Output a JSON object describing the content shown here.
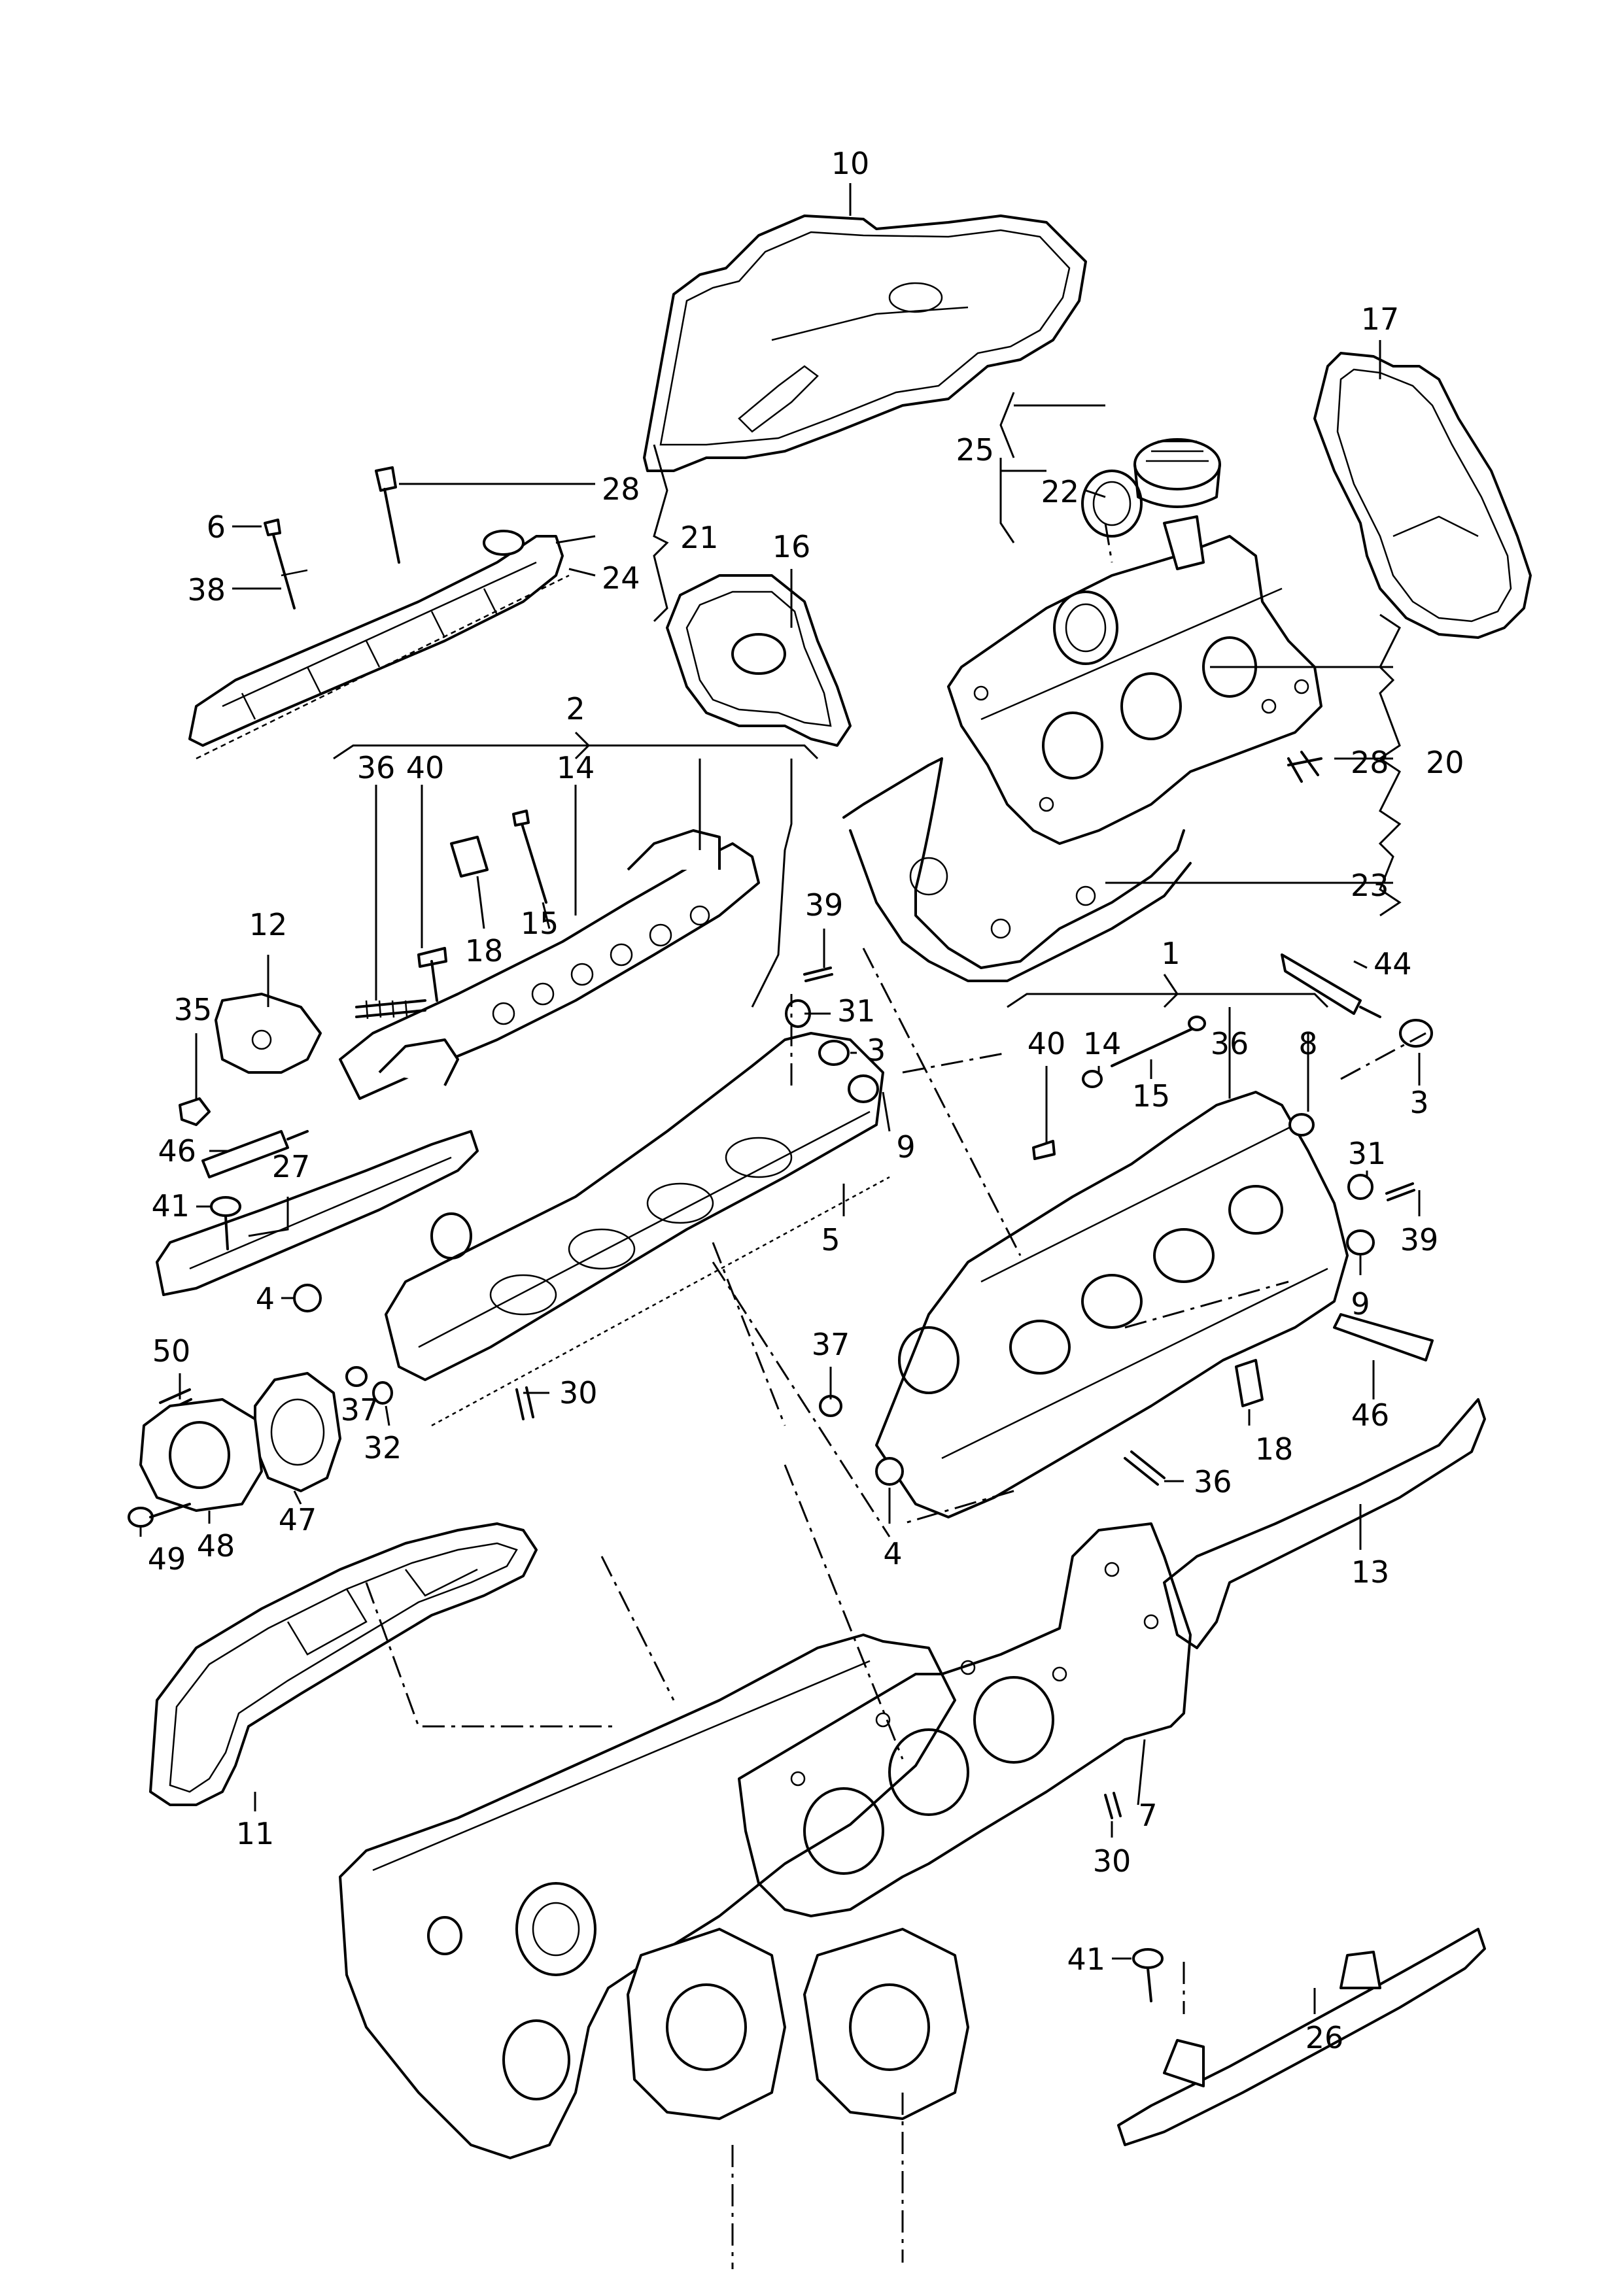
{
  "callouts": {
    "c10": "10",
    "c17": "17",
    "c25": "25",
    "c22": "22",
    "c28a": "28",
    "c21": "21",
    "c6": "6",
    "c38": "38",
    "c24": "24",
    "c16": "16",
    "c2": "2",
    "c36a": "36",
    "c40a": "40",
    "c14a": "14",
    "c28b": "28",
    "c20": "20",
    "c18a": "18",
    "c15a": "15",
    "c23": "23",
    "c12": "12",
    "c39a": "39",
    "c31a": "31",
    "c3a": "3",
    "c35": "35",
    "c1": "1",
    "c44": "44",
    "c40b": "40",
    "c14b": "14",
    "c36b": "36",
    "c8": "8",
    "c15b": "15",
    "c3b": "3",
    "c46a": "46",
    "c9a": "9",
    "c27": "27",
    "c31b": "31",
    "c41a": "41",
    "c5": "5",
    "c39b": "39",
    "c4a": "4",
    "c9b": "9",
    "c50": "50",
    "c37a": "37",
    "c30a": "30",
    "c37b": "37",
    "c46b": "46",
    "c32": "32",
    "c18b": "18",
    "c36c": "36",
    "c47": "47",
    "c49": "49",
    "c48": "48",
    "c4b": "4",
    "c13": "13",
    "c11": "11",
    "c7": "7",
    "c30b": "30",
    "c41b": "41",
    "c26": "26"
  }
}
